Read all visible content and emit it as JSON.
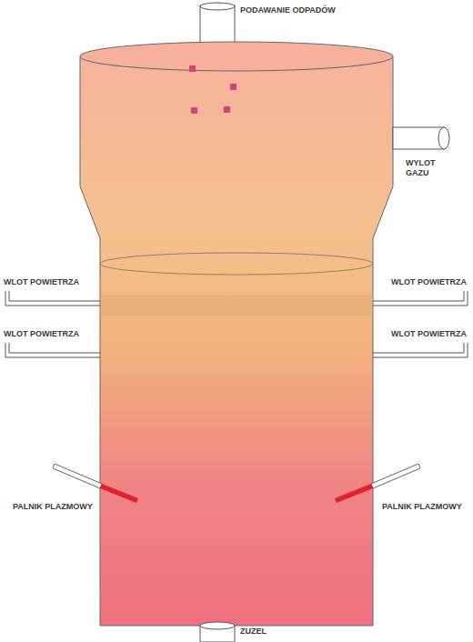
{
  "diagram": {
    "labels": [
      "PODAWANIE ODPADÓW",
      "WYLOT GAZU",
      "WLOT POWIETRZA",
      "WLOT POWIETRZA",
      "WLOT POWIETRZA",
      "WLOT POWIETRZA",
      "PALNIK PLAZMOWY",
      "PALNIK PLAZMOWY",
      "ZUZEL"
    ]
  }
}
